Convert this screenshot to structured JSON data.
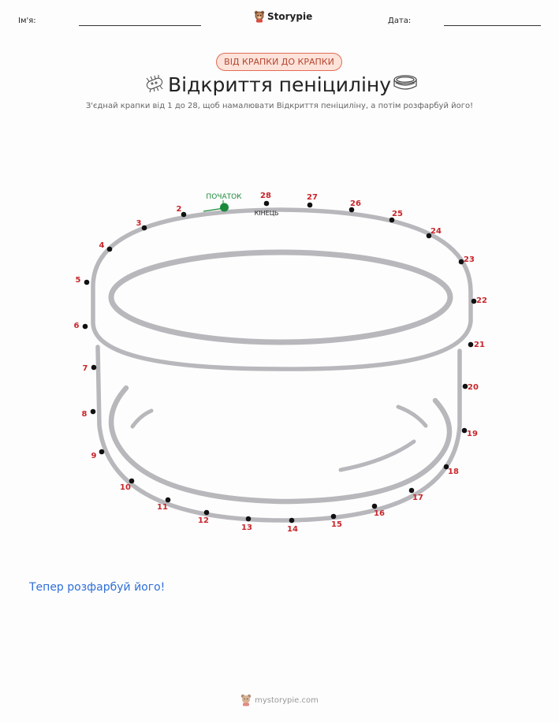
{
  "header": {
    "name_label": "Ім'я:",
    "date_label": "Дата:",
    "brand": "Storypie"
  },
  "badge": "ВІД КРАПКИ ДО КРАПКИ",
  "title": "Відкриття пеніциліну",
  "subtitle": "З'єднай крапки від 1 до 28, щоб намалювати Відкриття пеніциліну, а потім розфарбуй його!",
  "start_label": "ПОЧАТОК",
  "end_label": "КІНЕЦЬ",
  "dot_numbers": [
    "2",
    "3",
    "4",
    "5",
    "6",
    "7",
    "8",
    "9",
    "10",
    "11",
    "12",
    "13",
    "14",
    "15",
    "16",
    "17",
    "18",
    "19",
    "20",
    "21",
    "22",
    "23",
    "24",
    "25",
    "26",
    "27",
    "28"
  ],
  "color_prompt": "Тепер розфарбуй його!",
  "footer": "mystorypie.com",
  "colors": {
    "number": "#c8262b",
    "start": "#1a8a3a",
    "outline": "#b8b8bc",
    "badge_border": "#e26a55",
    "link": "#2f6fd8"
  }
}
